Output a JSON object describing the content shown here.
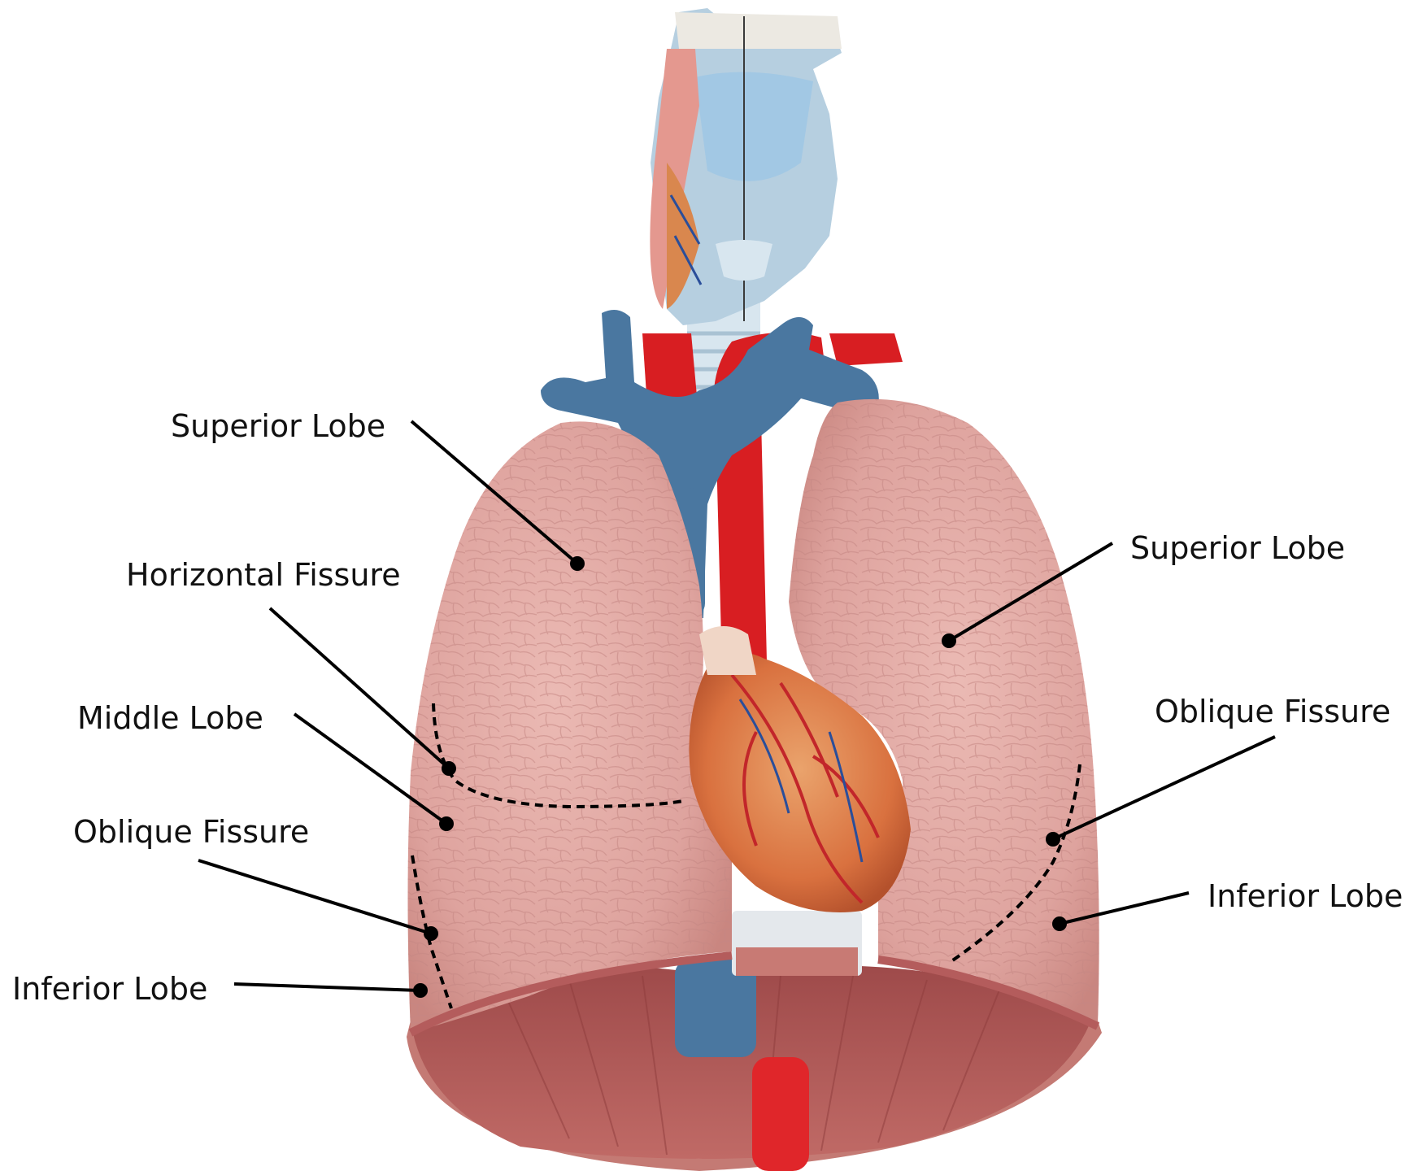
{
  "labels": {
    "right_lung": {
      "superior_lobe": "Superior Lobe",
      "horizontal_fissure": "Horizontal Fissure",
      "middle_lobe": "Middle Lobe",
      "oblique_fissure": "Oblique Fissure",
      "inferior_lobe": "Inferior Lobe"
    },
    "left_lung": {
      "superior_lobe": "Superior Lobe",
      "oblique_fissure": "Oblique Fissure",
      "inferior_lobe": "Inferior Lobe"
    }
  },
  "colors": {
    "lung": "#e2a9a4",
    "lung_shadow": "#c98680",
    "diaphragm": "#b85f5f",
    "vein": "#4a77a0",
    "artery": "#d81e22",
    "trachea": "#d8e6ef",
    "larynx": "#a9cde4",
    "heart": "#d96a3a",
    "leader": "#000000"
  }
}
